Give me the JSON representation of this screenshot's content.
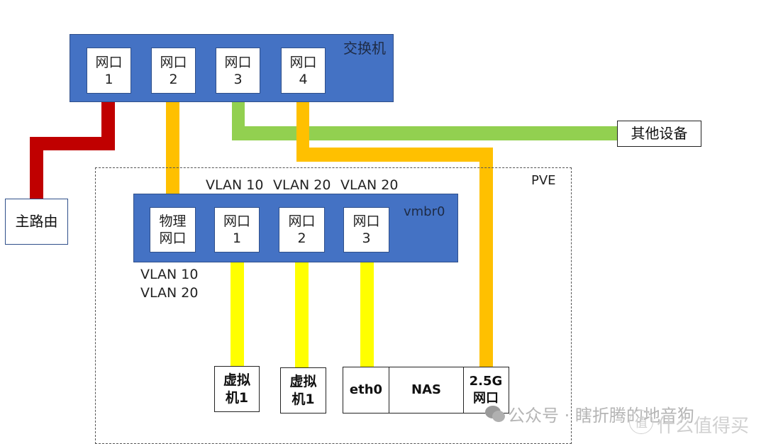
{
  "switch": {
    "title": "交换机",
    "ports": [
      {
        "line1": "网口",
        "line2": "1"
      },
      {
        "line1": "网口",
        "line2": "2"
      },
      {
        "line1": "网口",
        "line2": "3"
      },
      {
        "line1": "网口",
        "line2": "4"
      }
    ]
  },
  "main_router": {
    "label": "主路由"
  },
  "other_devices": {
    "label": "其他设备"
  },
  "pve": {
    "label": "PVE"
  },
  "bridge": {
    "title": "vmbr0",
    "physical_port": {
      "line1": "物理",
      "line2": "网口"
    },
    "physical_vlans": [
      "VLAN 10",
      "VLAN 20"
    ],
    "ports": [
      {
        "line1": "网口",
        "line2": "1",
        "vlan": "VLAN 10"
      },
      {
        "line1": "网口",
        "line2": "2",
        "vlan": "VLAN 20"
      },
      {
        "line1": "网口",
        "line2": "3",
        "vlan": "VLAN 20"
      }
    ]
  },
  "vms": [
    {
      "line1": "虚拟",
      "line2": "机1"
    },
    {
      "line1": "虚拟",
      "line2": "机1"
    }
  ],
  "nas": {
    "eth0": "eth0",
    "name": "NAS",
    "port_line1": "2.5G",
    "port_line2": "网口"
  },
  "colors": {
    "box_blue": "#4472c4",
    "wire_red": "#c00000",
    "wire_orange": "#ffc000",
    "wire_green": "#92d050",
    "wire_yellow": "#ffff00"
  },
  "watermark": {
    "text": "公众号 · 瞎折腾的地音狗",
    "text2": "什么值得买",
    "badge": "值"
  }
}
